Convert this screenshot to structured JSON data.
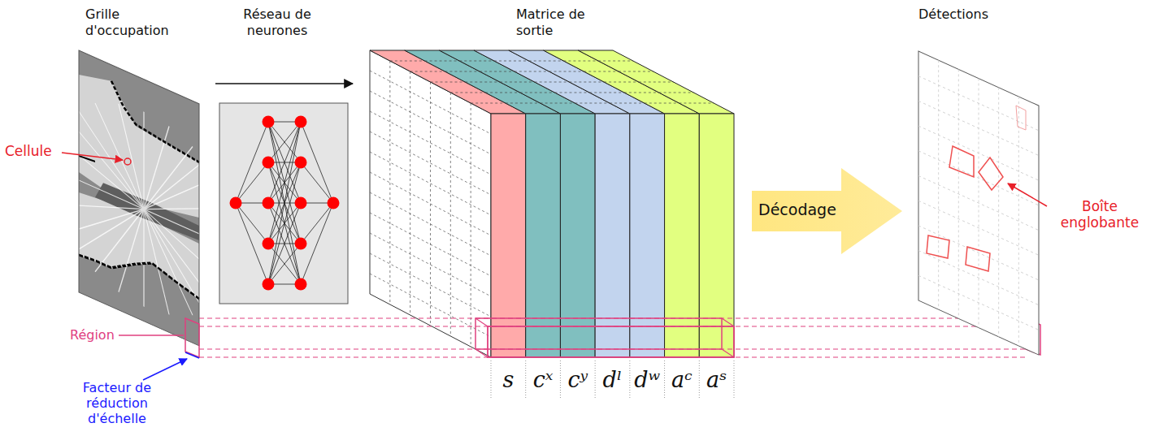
{
  "diagram": {
    "nodes": [
      {
        "text": [
          "Grille d'occupation"
        ]
      },
      {
        "text": [
          "Réseau de neurones"
        ]
      },
      {
        "text": [
          "Matrice de sortie"
        ]
      },
      {
        "text": [
          "Décodage"
        ]
      },
      {
        "text": [
          "Détections"
        ]
      }
    ],
    "edges": [
      {
        "from": 0,
        "to": 2,
        "arrow": "to"
      }
    ],
    "labels": [
      "Cellule",
      "Région",
      "Facteur de réduction d'échelle",
      "Boîte englobante",
      "s",
      "cˣ",
      "cʸ",
      "dˡ",
      "dʷ",
      "aᶜ",
      "aˢ"
    ]
  }
}
